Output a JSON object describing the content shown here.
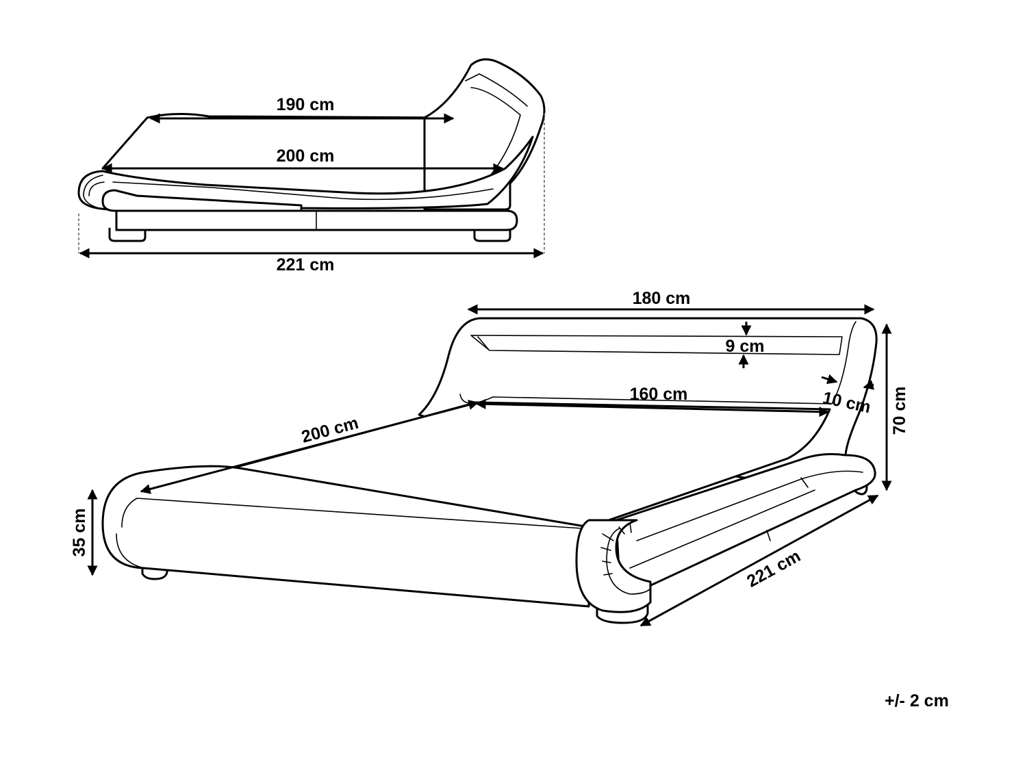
{
  "side_view": {
    "inner_length": "190 cm",
    "mattress_length": "200 cm",
    "total_length": "221 cm"
  },
  "perspective_view": {
    "total_width": "180 cm",
    "led_strip": "9 cm",
    "mattress_width": "160 cm",
    "headboard_thickness": "10 cm",
    "height": "70 cm",
    "mattress_length": "200 cm",
    "side_height": "35 cm",
    "total_length": "221 cm"
  },
  "tolerance": "+/- 2 cm",
  "colors": {
    "line": "#000000",
    "background": "#ffffff",
    "guide": "#666666"
  }
}
